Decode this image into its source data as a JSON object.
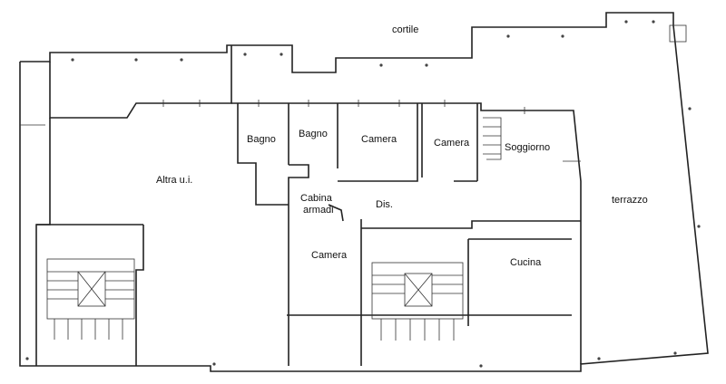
{
  "plan": {
    "colors": {
      "wall": "#222222",
      "text": "#111111",
      "background": "#ffffff"
    },
    "labels": {
      "cortile": "cortile",
      "altra": "Altra u.i.",
      "bagno1": "Bagno",
      "bagno2": "Bagno",
      "camera1": "Camera",
      "camera2": "Camera",
      "soggiorno": "Soggiorno",
      "cabina1": "Cabina",
      "cabina2": "armadi",
      "dis": "Dis.",
      "terrazzo": "terrazzo",
      "camera3": "Camera",
      "cucina": "Cucina"
    }
  }
}
